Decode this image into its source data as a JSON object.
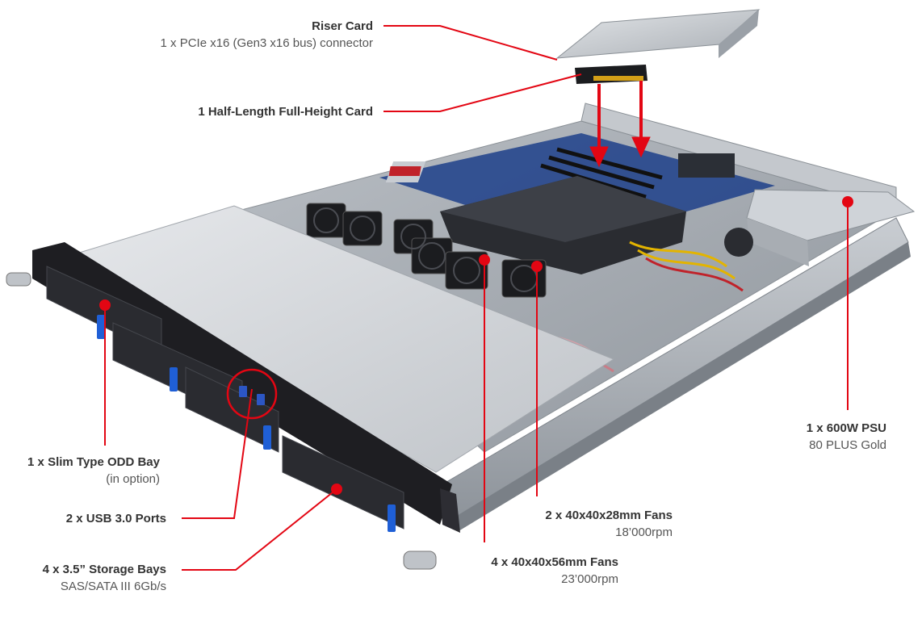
{
  "colors": {
    "accent": "#e30613",
    "label_text": "#333333",
    "sub_text": "#555555",
    "chassis_light": "#d5d8dc",
    "chassis_mid": "#aeb3ba",
    "chassis_dark": "#1e1e22",
    "drive_tray_tab": "#1f5fd6",
    "pcb_blue": "#1d3f8a"
  },
  "callouts": {
    "riser_card": {
      "title": "Riser Card",
      "sub": "1 x PCIe x16 (Gen3 x16 bus) connector"
    },
    "half_length_card": {
      "title": "1 Half-Length Full-Height Card"
    },
    "odd_bay": {
      "title": "1 x Slim Type ODD Bay",
      "sub": "(in option)"
    },
    "usb_ports": {
      "title": "2 x USB 3.0 Ports"
    },
    "storage_bays": {
      "title": "4 x 3.5” Storage Bays",
      "sub": "SAS/SATA III 6Gb/s"
    },
    "fans_28mm": {
      "title": "2 x 40x40x28mm Fans",
      "sub": "18’000rpm"
    },
    "fans_56mm": {
      "title": "4 x 40x40x56mm Fans",
      "sub": "23’000rpm"
    },
    "psu": {
      "title": "1 x 600W PSU",
      "sub": "80 PLUS Gold"
    }
  }
}
